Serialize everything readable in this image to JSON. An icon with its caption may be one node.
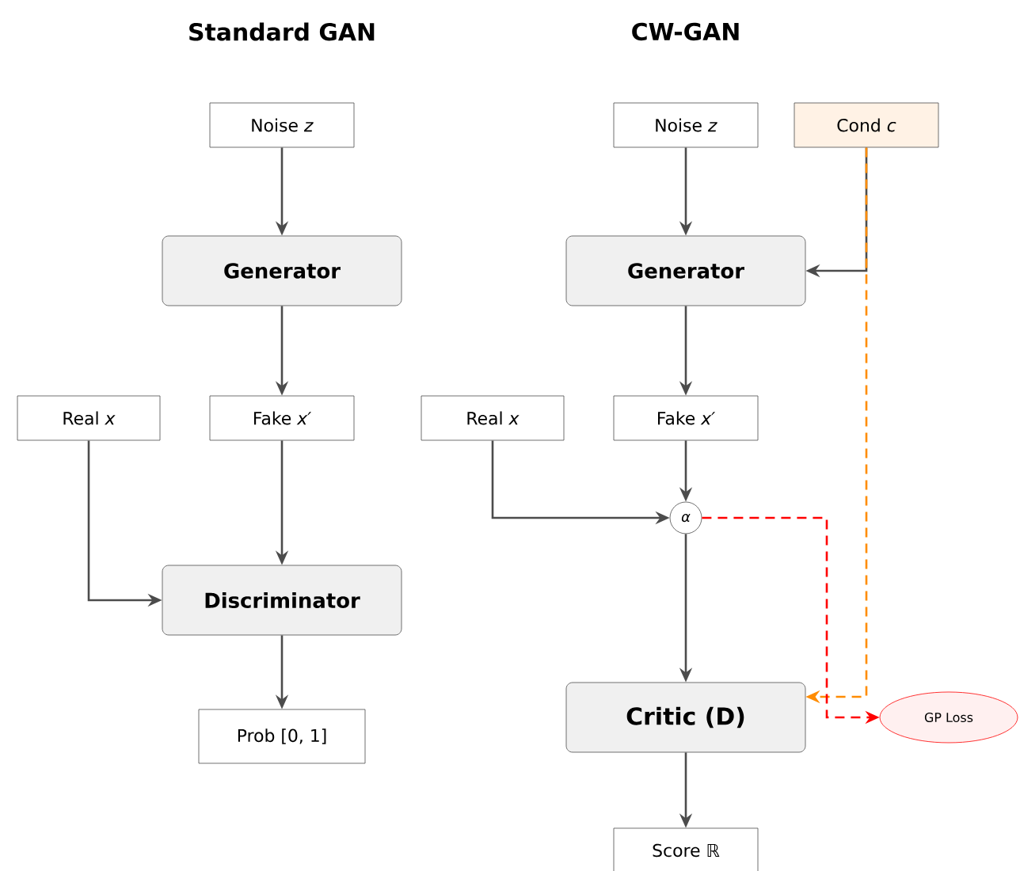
{
  "diagram": {
    "nodes": [
      {
        "text": [
          "Noise *z*"
        ]
      },
      {
        "text": [
          "Generator"
        ]
      },
      {
        "text": [
          "Real *x*"
        ]
      },
      {
        "text": [
          "Fake *x′*"
        ]
      },
      {
        "text": [
          "Discriminator"
        ]
      },
      {
        "text": [
          "Prob [0, 1]"
        ]
      },
      {
        "text": [
          "Noise *z*"
        ]
      },
      {
        "text": [
          "Cond *c*"
        ]
      },
      {
        "text": [
          "Generator"
        ]
      },
      {
        "text": [
          "Real *x*"
        ]
      },
      {
        "text": [
          "Fake *x′*"
        ]
      },
      {
        "text": [
          "α"
        ]
      },
      {
        "text": [
          "Critic (D)"
        ]
      },
      {
        "text": [
          "Score ℝ"
        ]
      },
      {
        "text": [
          "GP Loss"
        ]
      }
    ],
    "edges": [
      {
        "from": 0,
        "to": 1,
        "arrow": "to"
      },
      {
        "from": 1,
        "to": 3,
        "arrow": "to"
      },
      {
        "from": 2,
        "to": 4,
        "arrow": "to"
      },
      {
        "from": 3,
        "to": 4,
        "arrow": "to"
      },
      {
        "from": 4,
        "to": 5,
        "arrow": "to"
      },
      {
        "from": 6,
        "to": 8,
        "arrow": "to"
      },
      {
        "from": 7,
        "to": 8,
        "arrow": "to"
      },
      {
        "from": 8,
        "to": 10,
        "arrow": "to"
      },
      {
        "from": 9,
        "to": 11,
        "arrow": "to"
      },
      {
        "from": 10,
        "to": 11,
        "arrow": "to"
      },
      {
        "from": 11,
        "to": 12,
        "arrow": "to"
      },
      {
        "from": 12,
        "to": 13,
        "arrow": "to"
      },
      {
        "from": 7,
        "to": 12,
        "arrow": "to",
        "style": "dashed",
        "color": "#ff8c00"
      },
      {
        "from": 11,
        "to": 14,
        "arrow": "to",
        "style": "dashed",
        "color": "#ff0000"
      }
    ],
    "labels": [
      "Standard GAN",
      "CW-GAN"
    ]
  }
}
